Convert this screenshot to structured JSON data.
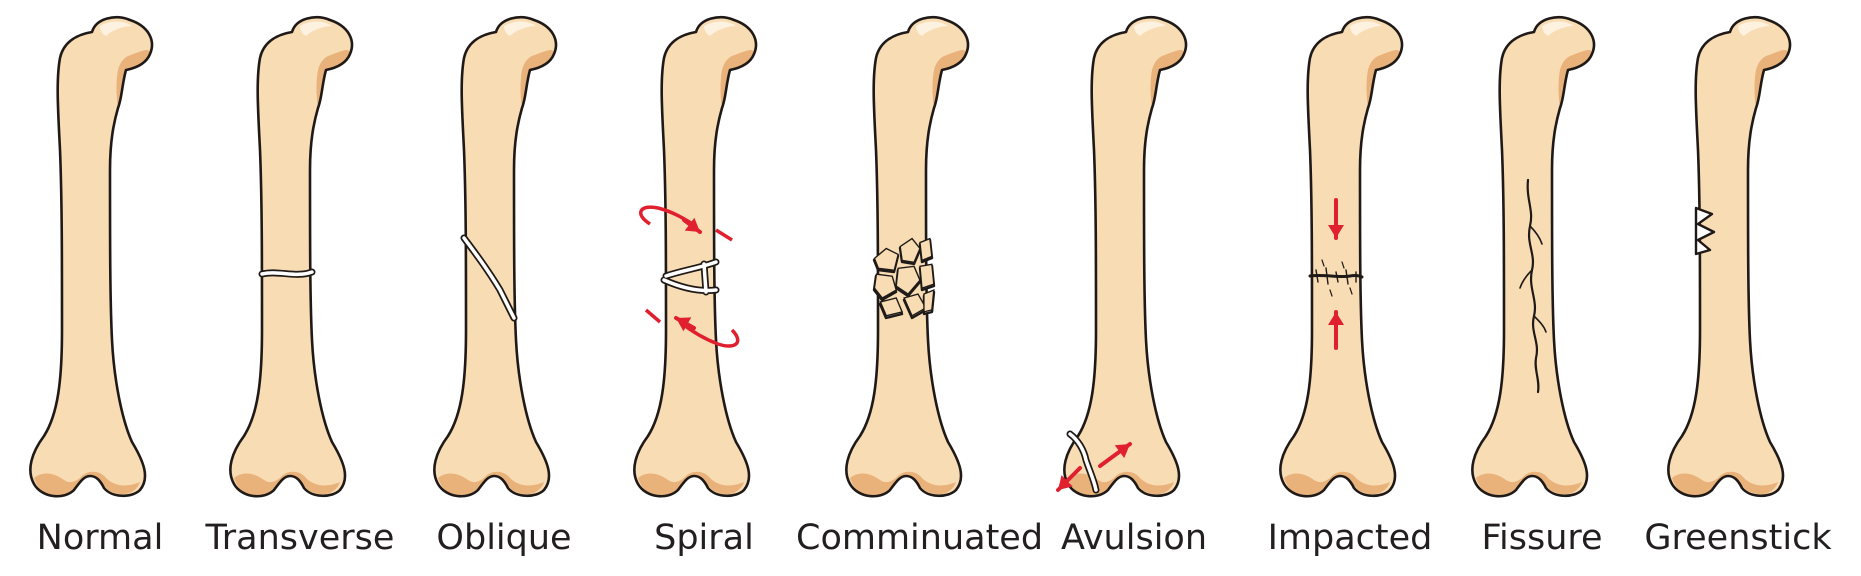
{
  "figure": {
    "colors": {
      "bone": "#f8dcb4",
      "shadow": "#e9b27a",
      "outline": "#1f1a17",
      "arrow": "#e0202e",
      "highlight": "#fdf1e0"
    },
    "fractures": [
      {
        "id": "normal",
        "label": "Normal",
        "icon": "normal-bone-icon"
      },
      {
        "id": "transverse",
        "label": "Transverse",
        "icon": "transverse-fracture-icon"
      },
      {
        "id": "oblique",
        "label": "Oblique",
        "icon": "oblique-fracture-icon"
      },
      {
        "id": "spiral",
        "label": "Spiral",
        "icon": "spiral-fracture-icon"
      },
      {
        "id": "comminuted",
        "label": "Comminuated",
        "icon": "comminuted-fracture-icon"
      },
      {
        "id": "avulsion",
        "label": "Avulsion",
        "icon": "avulsion-fracture-icon"
      },
      {
        "id": "impacted",
        "label": "Impacted",
        "icon": "impacted-fracture-icon"
      },
      {
        "id": "fissure",
        "label": "Fissure",
        "icon": "fissure-fracture-icon"
      },
      {
        "id": "greenstick",
        "label": "Greenstick",
        "icon": "greenstick-fracture-icon"
      }
    ]
  }
}
